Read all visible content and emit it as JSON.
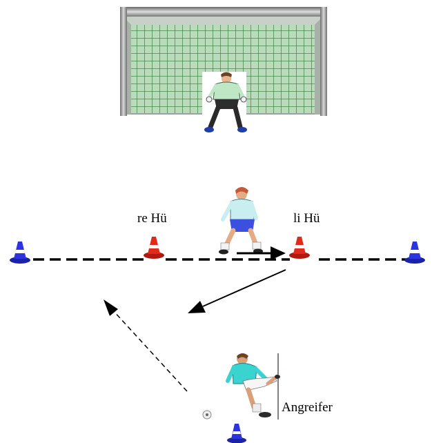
{
  "labels": {
    "right_defender": "re Hü",
    "left_defender": "li Hü",
    "attacker": "Angreifer"
  },
  "icons": {
    "goal": "soccer-goal-icon",
    "goalkeeper": "goalkeeper-icon",
    "defender": "defender-player-icon",
    "attacker": "attacker-player-icon",
    "ball": "soccer-ball-icon",
    "cone_blue": "blue-cone-icon",
    "cone_red": "red-cone-icon"
  },
  "colors": {
    "goal_net": "#5fa86a",
    "goal_frame": "#7d7d7d",
    "cone_blue": "#1f2bd1",
    "cone_red": "#d82618",
    "line": "#000000"
  }
}
